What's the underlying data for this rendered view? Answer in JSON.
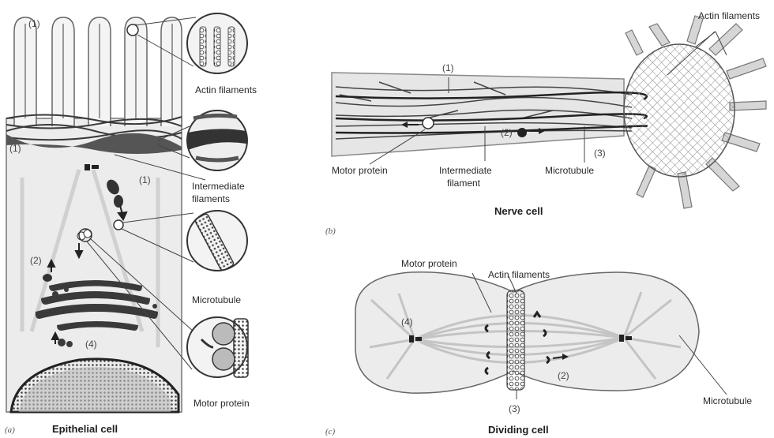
{
  "panel_a": {
    "letter": "(a)",
    "title": "Epithelial cell",
    "labels": {
      "actin": "Actin filaments",
      "intermediate_1": "Intermediate",
      "intermediate_2": "filaments",
      "microtubule": "Microtubule",
      "motor": "Motor protein"
    },
    "numbers": [
      "(1)",
      "(1)",
      "(1)",
      "(2)",
      "(4)"
    ]
  },
  "panel_b": {
    "letter": "(b)",
    "title": "Nerve cell",
    "labels": {
      "actin": "Actin filaments",
      "motor": "Motor protein",
      "intermediate_1": "Intermediate",
      "intermediate_2": "filament",
      "microtubule": "Microtubule"
    },
    "numbers": [
      "(1)",
      "(2)",
      "(3)"
    ]
  },
  "panel_c": {
    "letter": "(c)",
    "title": "Dividing cell",
    "labels": {
      "motor": "Motor protein",
      "actin": "Actin filaments",
      "microtubule": "Microtubule"
    },
    "numbers": [
      "(4)",
      "(2)",
      "(3)"
    ]
  }
}
